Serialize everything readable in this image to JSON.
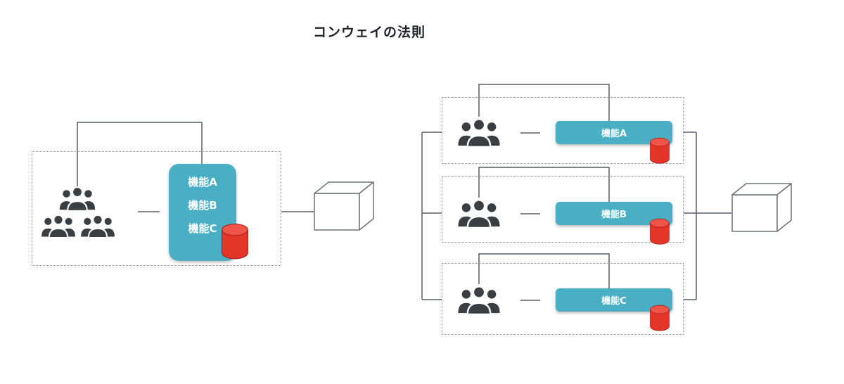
{
  "title": "コンウェイの法則",
  "colors": {
    "function_box_teal": "#4aafc4",
    "database_red": "#e5352b",
    "people_dark": "#3a3f44",
    "connector_line": "#595e63"
  },
  "icons": {
    "team": "users-group-icon",
    "database": "database-cylinder-icon",
    "artifact": "cube-icon"
  },
  "left_diagram": {
    "description": "single-team-with-monolith",
    "functions": [
      "機能A",
      "機能B",
      "機能C"
    ]
  },
  "right_diagram": {
    "description": "three-teams-with-separate-functions",
    "teams": [
      {
        "function": "機能A"
      },
      {
        "function": "機能B"
      },
      {
        "function": "機能C"
      }
    ]
  }
}
